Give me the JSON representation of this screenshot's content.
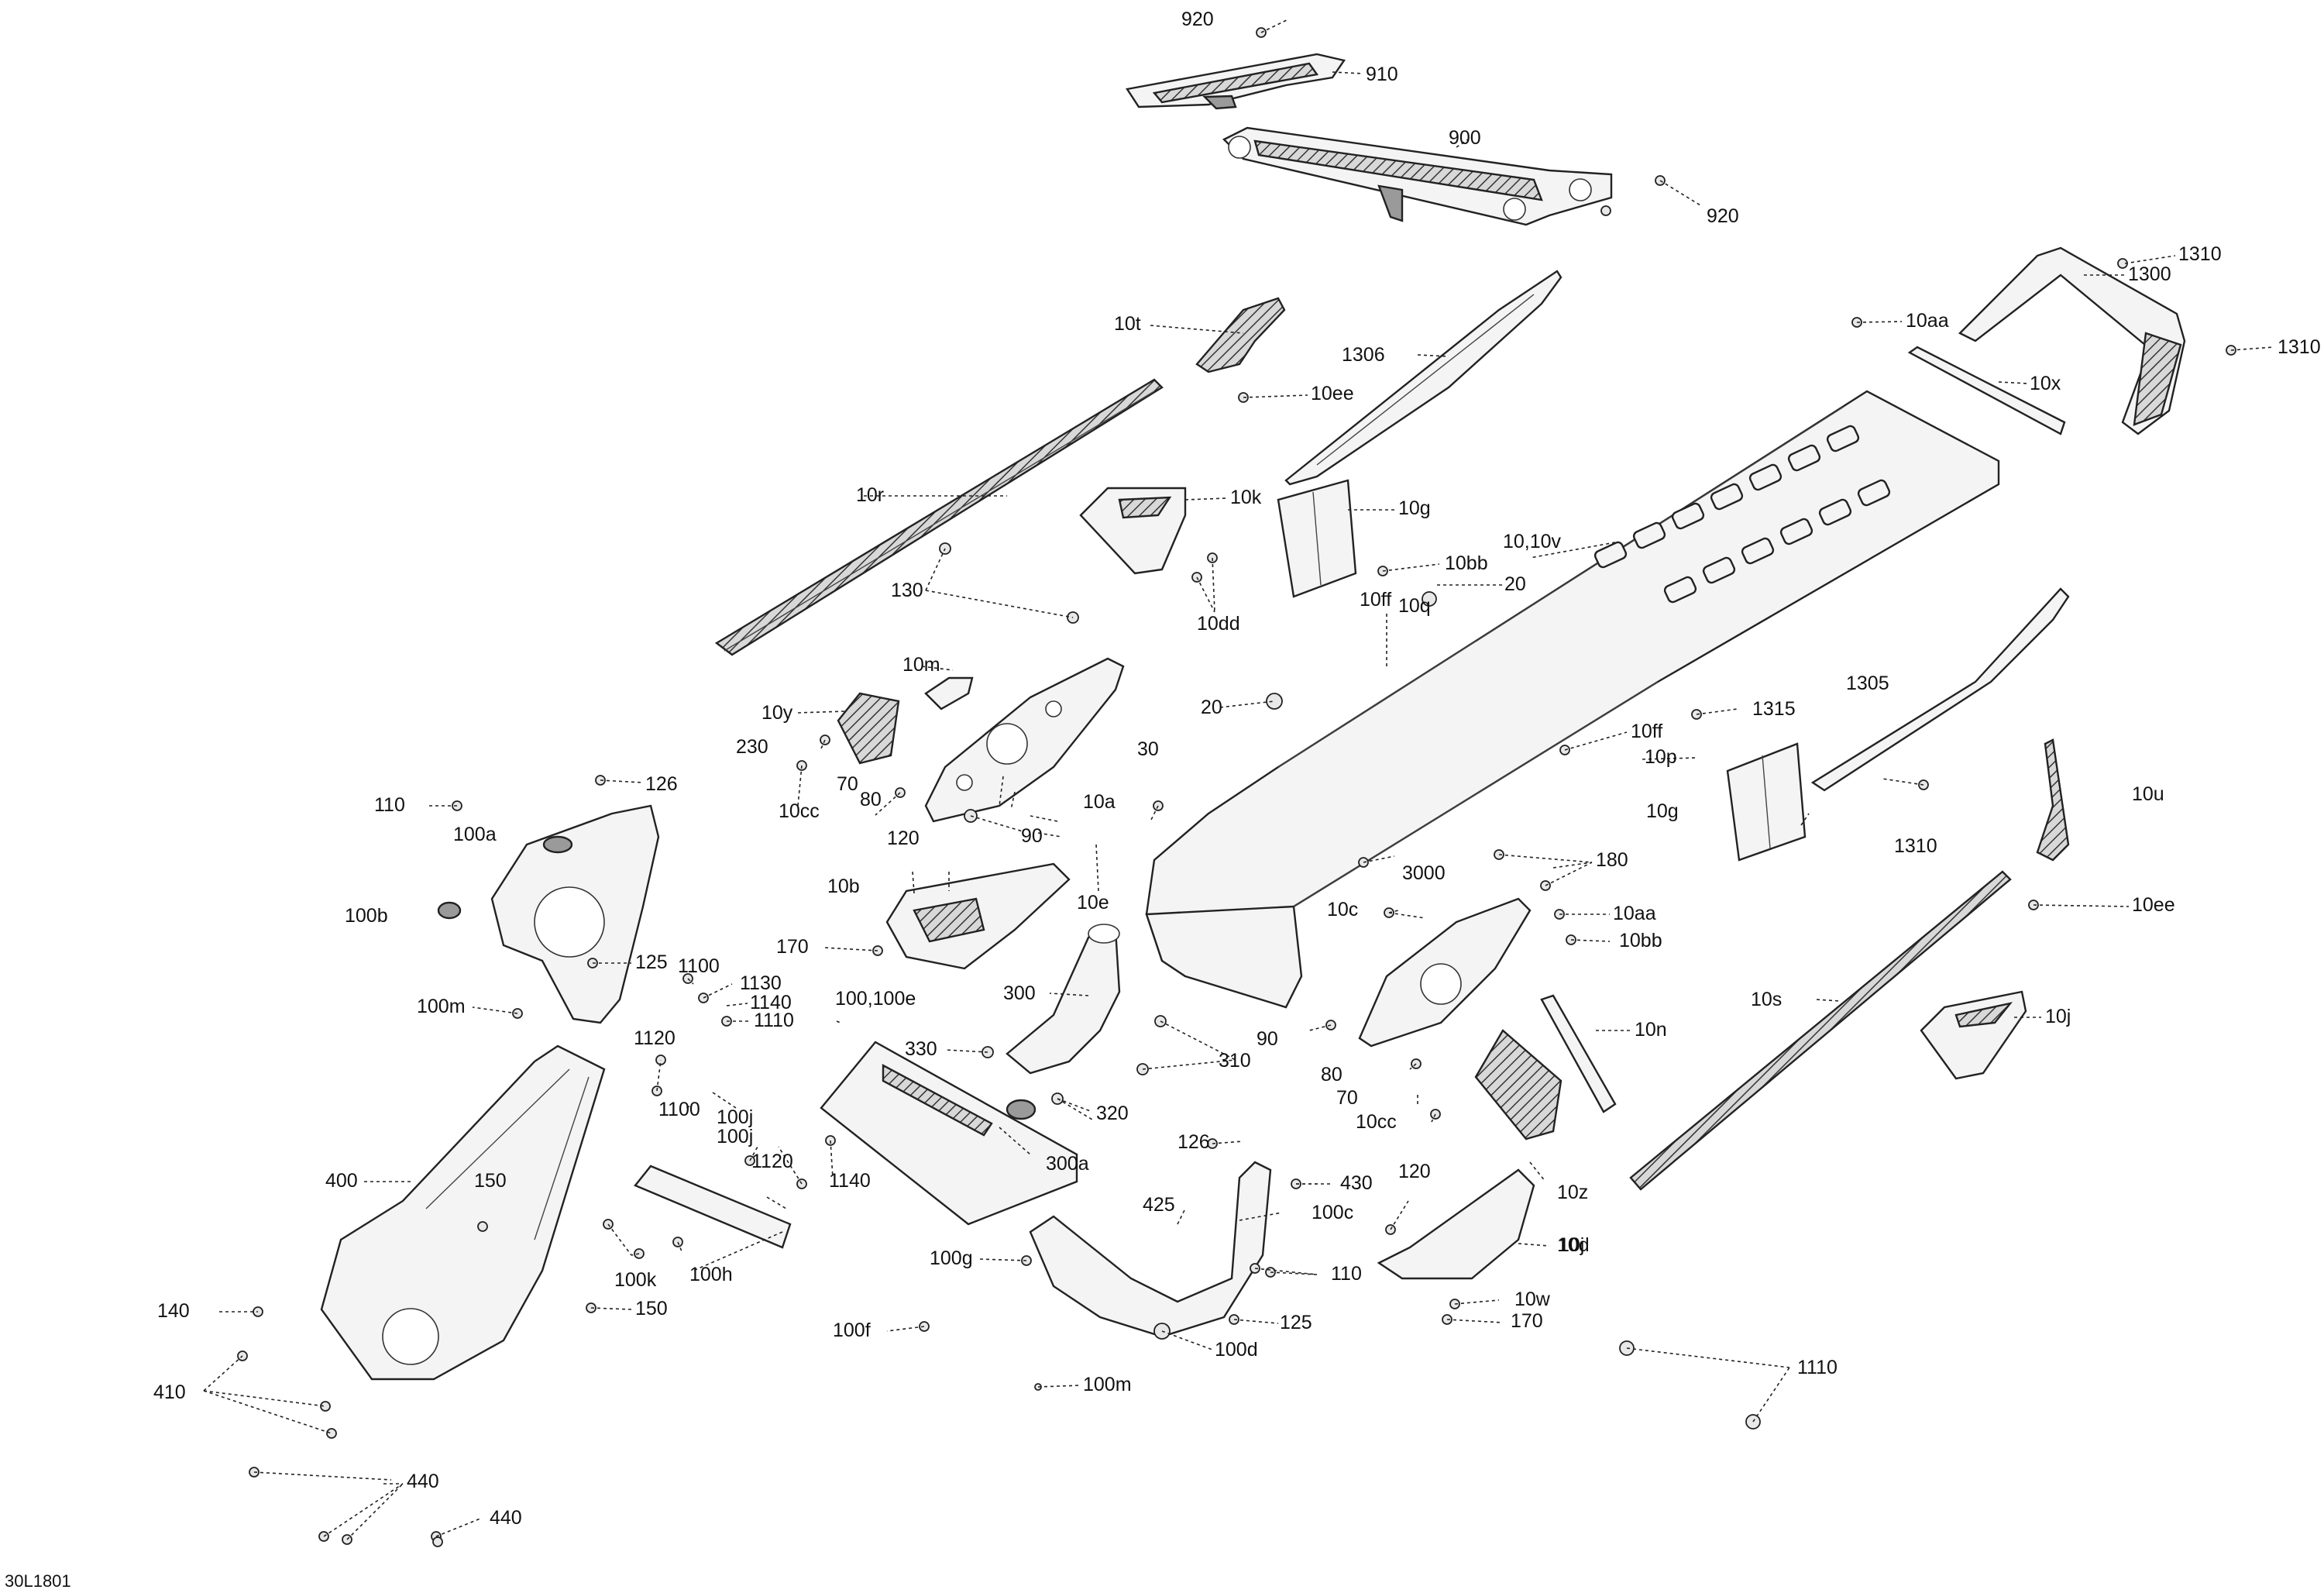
{
  "diagram": {
    "reference_code": "30L1801",
    "callouts": [
      "920",
      "910",
      "900",
      "920",
      "1310",
      "1300",
      "1310",
      "10aa",
      "10x",
      "10t",
      "1306",
      "10ee",
      "10r",
      "10k",
      "10g",
      "10,10v",
      "10bb",
      "20",
      "10ff",
      "10q",
      "130",
      "10dd",
      "10m",
      "10y",
      "230",
      "20",
      "10ff",
      "10p",
      "1315",
      "1305",
      "10u",
      "10cc",
      "70",
      "80",
      "10a",
      "30",
      "126",
      "110",
      "100a",
      "90",
      "120",
      "10b",
      "10e",
      "3000",
      "180",
      "10g",
      "1310",
      "10ee",
      "100b",
      "10c",
      "10aa",
      "10bb",
      "125",
      "170",
      "300",
      "10s",
      "10j",
      "1100",
      "1130",
      "1140",
      "1110",
      "100m",
      "100,100e",
      "330",
      "310",
      "90",
      "10n",
      "1120",
      "80",
      "1100",
      "100j",
      "320",
      "70",
      "10cc",
      "100j",
      "1120",
      "400",
      "150",
      "300a",
      "126",
      "1140",
      "430",
      "120",
      "10j",
      "425",
      "100c",
      "10z",
      "10d",
      "100k",
      "100h",
      "100g",
      "110",
      "140",
      "150",
      "10w",
      "170",
      "125",
      "100f",
      "100d",
      "410",
      "1110",
      "100m",
      "440",
      "440"
    ]
  }
}
